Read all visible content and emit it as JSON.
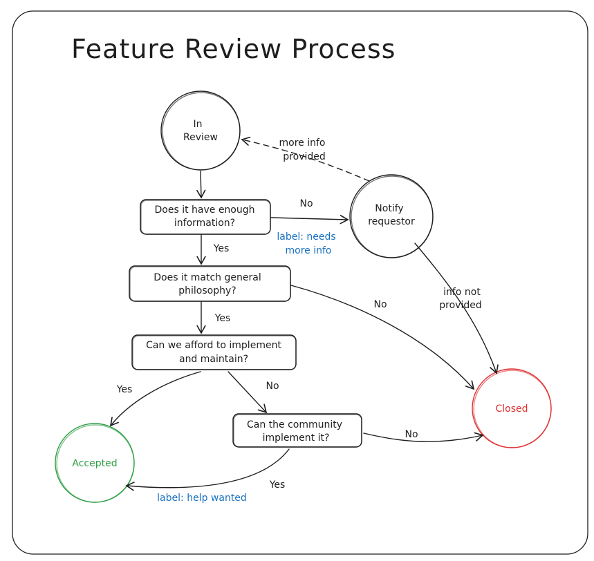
{
  "title": "Feature Review Process",
  "nodes": {
    "in_review": {
      "line1": "In",
      "line2": "Review"
    },
    "enough_info": {
      "line1": "Does it have enough",
      "line2": "information?"
    },
    "notify": {
      "line1": "Notify",
      "line2": "requestor"
    },
    "philosophy": {
      "line1": "Does it match general",
      "line2": "philosophy?"
    },
    "afford": {
      "line1": "Can we afford to implement",
      "line2": "and maintain?"
    },
    "community": {
      "line1": "Can the community",
      "line2": "implement it?"
    },
    "accepted": {
      "label": "Accepted"
    },
    "closed": {
      "label": "Closed"
    }
  },
  "edges": {
    "more_info_line1": "more info",
    "more_info_line2": "provided",
    "enough_no": "No",
    "needs_more_info_line1": "label: needs",
    "needs_more_info_line2": "more info",
    "enough_yes": "Yes",
    "philosophy_yes": "Yes",
    "philosophy_no": "No",
    "info_not_line1": "info not",
    "info_not_line2": "provided",
    "afford_yes": "Yes",
    "afford_no": "No",
    "community_no": "No",
    "community_yes": "Yes",
    "help_wanted": "label: help wanted"
  },
  "colors": {
    "ink": "#1e1e1e",
    "label_blue": "#1971c2",
    "closed_red": "#e03131",
    "accepted_green": "#2f9e44"
  }
}
